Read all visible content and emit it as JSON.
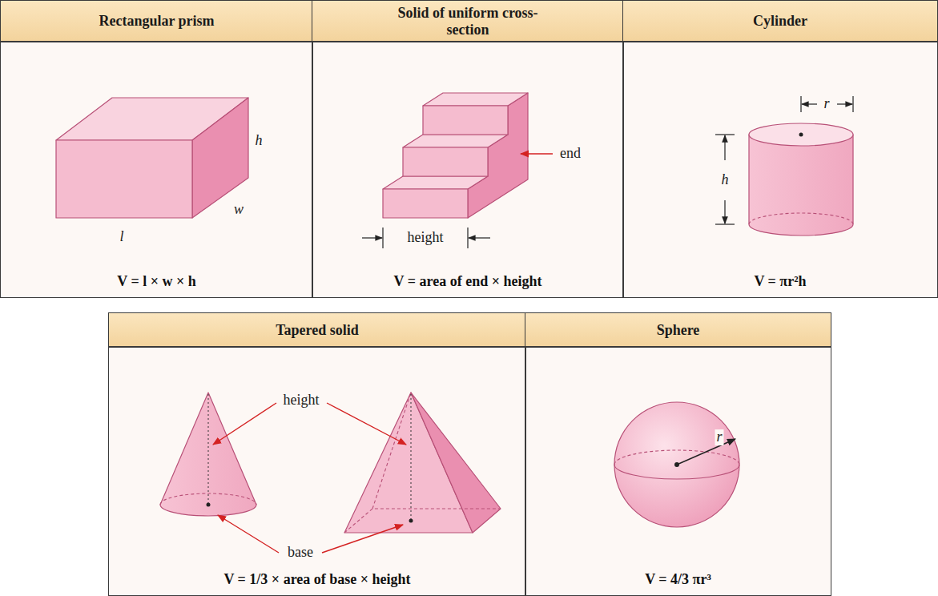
{
  "diagram": {
    "nodes": [
      {
        "text": [
          "Rectangular prism"
        ]
      },
      {
        "text": [
          "Solid of uniform cross-section"
        ]
      },
      {
        "text": [
          "Cylinder"
        ]
      },
      {
        "text": [
          "V = l × w × h"
        ]
      },
      {
        "text": [
          "V = area of end × height"
        ]
      },
      {
        "text": [
          "V = πr²h"
        ]
      },
      {
        "text": [
          "Tapered solid"
        ]
      },
      {
        "text": [
          "Sphere"
        ]
      },
      {
        "text": [
          "V = 1/3 × area of base × height"
        ]
      },
      {
        "text": [
          "V = 4/3 πr³"
        ]
      }
    ],
    "labels": [
      "h",
      "w",
      "l",
      "end",
      "height",
      "r",
      "h",
      "height",
      "base",
      "r"
    ]
  }
}
